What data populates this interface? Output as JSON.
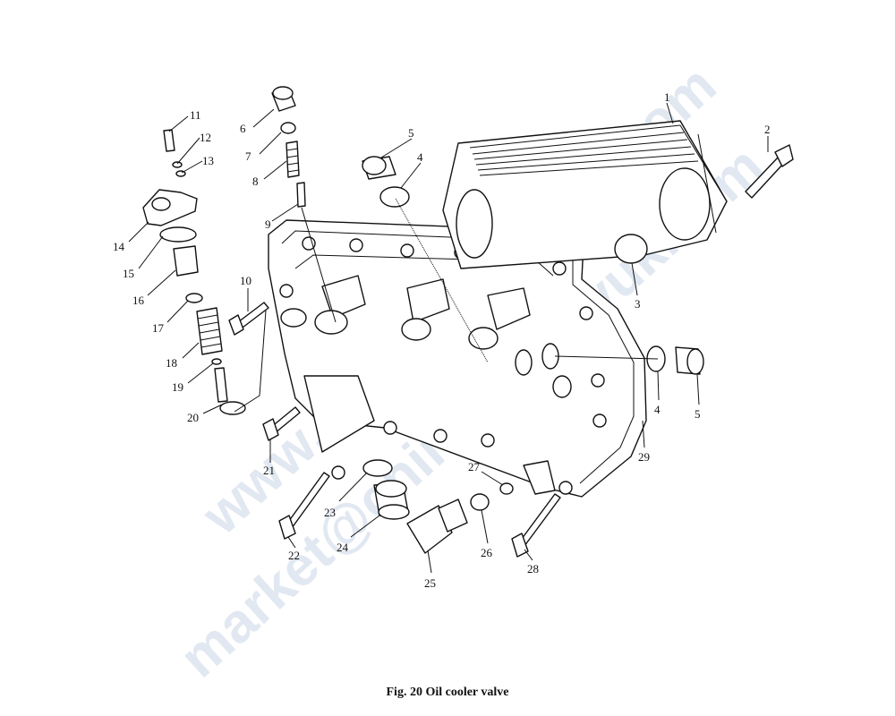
{
  "caption": "Fig. 20 Oil cooler valve",
  "watermarks": [
    "www.chinafactoryuk.com",
    "market@chinafactoryuk.com"
  ],
  "callouts": [
    {
      "id": "1",
      "label": "1"
    },
    {
      "id": "2",
      "label": "2"
    },
    {
      "id": "3",
      "label": "3"
    },
    {
      "id": "4a",
      "label": "4"
    },
    {
      "id": "5a",
      "label": "5"
    },
    {
      "id": "4b",
      "label": "4"
    },
    {
      "id": "5b",
      "label": "5"
    },
    {
      "id": "6",
      "label": "6"
    },
    {
      "id": "7",
      "label": "7"
    },
    {
      "id": "8",
      "label": "8"
    },
    {
      "id": "9",
      "label": "9"
    },
    {
      "id": "10",
      "label": "10"
    },
    {
      "id": "11",
      "label": "11"
    },
    {
      "id": "12",
      "label": "12"
    },
    {
      "id": "13",
      "label": "13"
    },
    {
      "id": "14",
      "label": "14"
    },
    {
      "id": "15",
      "label": "15"
    },
    {
      "id": "16",
      "label": "16"
    },
    {
      "id": "17",
      "label": "17"
    },
    {
      "id": "18",
      "label": "18"
    },
    {
      "id": "19",
      "label": "19"
    },
    {
      "id": "20",
      "label": "20"
    },
    {
      "id": "21",
      "label": "21"
    },
    {
      "id": "22",
      "label": "22"
    },
    {
      "id": "23",
      "label": "23"
    },
    {
      "id": "24",
      "label": "24"
    },
    {
      "id": "25",
      "label": "25"
    },
    {
      "id": "26",
      "label": "26"
    },
    {
      "id": "27",
      "label": "27"
    },
    {
      "id": "28",
      "label": "28"
    },
    {
      "id": "29",
      "label": "29"
    }
  ]
}
